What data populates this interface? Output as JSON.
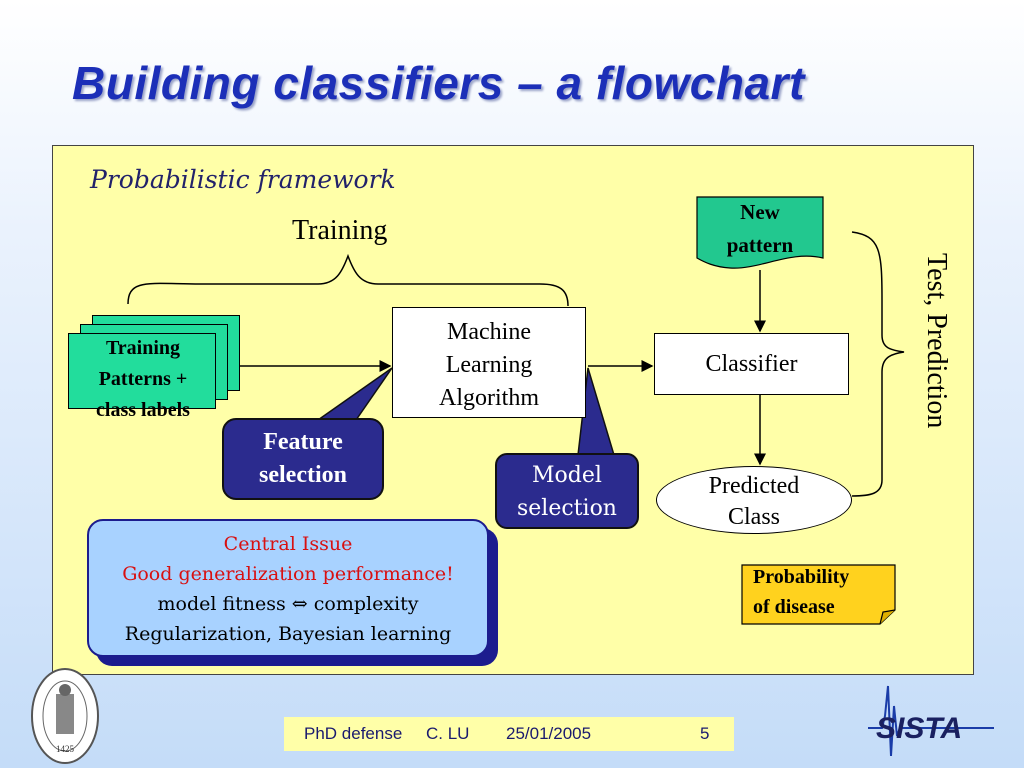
{
  "slide": {
    "title": "Building classifiers – a flowchart",
    "framework": "Probabilistic framework",
    "training": "Training",
    "test_prediction": "Test, Prediction"
  },
  "nodes": {
    "training_patterns": [
      "Training",
      "Patterns +",
      "class labels"
    ],
    "ml_algorithm": [
      "Machine",
      "Learning",
      "Algorithm"
    ],
    "classifier": "Classifier",
    "new_pattern": [
      "New",
      "pattern"
    ],
    "predicted_class": [
      "Predicted",
      "Class"
    ],
    "feature_selection": [
      "Feature",
      "selection"
    ],
    "model_selection": [
      "Model",
      "selection"
    ],
    "probability": [
      "Probability",
      "of disease"
    ]
  },
  "central_issue": {
    "line1": "Central Issue",
    "line2": "Good generalization performance!",
    "line3": "model fitness ⇔ complexity",
    "line4": "Regularization, Bayesian learning"
  },
  "footer": {
    "event": "PhD defense",
    "author": "C. LU",
    "date": "25/01/2005",
    "page": "5"
  },
  "logos": {
    "university_seal_year": "1425",
    "sista": "SISTA"
  },
  "colors": {
    "title": "#1c2fb8",
    "panel": "#ffffa8",
    "green_doc": "#22dd9c",
    "callout": "#2b2b8e",
    "issue_box": "#a8d2ff",
    "issue_red": "#d81010"
  }
}
